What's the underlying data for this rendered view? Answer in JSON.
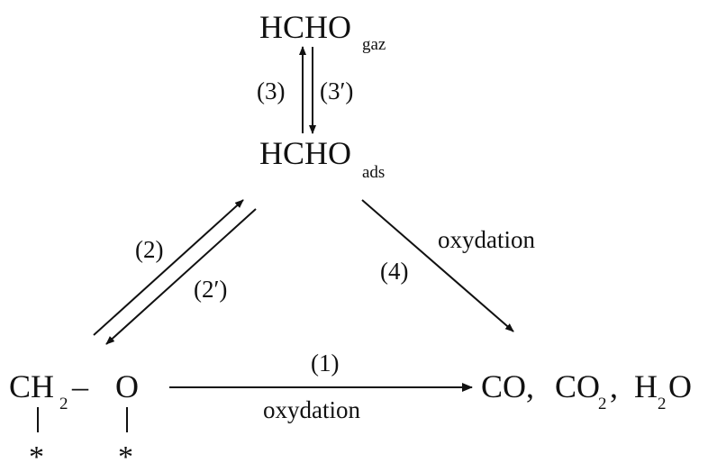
{
  "species": {
    "hcho_gas": {
      "main": "HCHO",
      "sub": "gaz"
    },
    "hcho_ads": {
      "main": "HCHO",
      "sub": "ads"
    },
    "surface": {
      "ch": "CH",
      "ch_sub": "2",
      "dash": "–",
      "o": "O",
      "star": "*"
    },
    "products": {
      "co": "CO,",
      "co2": "CO",
      "co2_sub": "2",
      "comma": ",",
      "h": "H",
      "h2o_sub": "2",
      "o": "O"
    }
  },
  "steps": {
    "s3": "(3)",
    "s3p": "(3′)",
    "s2": "(2)",
    "s2p": "(2′)",
    "s4": "(4)",
    "s1": "(1)",
    "oxidation_4": "oxydation",
    "oxidation_1": "oxydation"
  }
}
